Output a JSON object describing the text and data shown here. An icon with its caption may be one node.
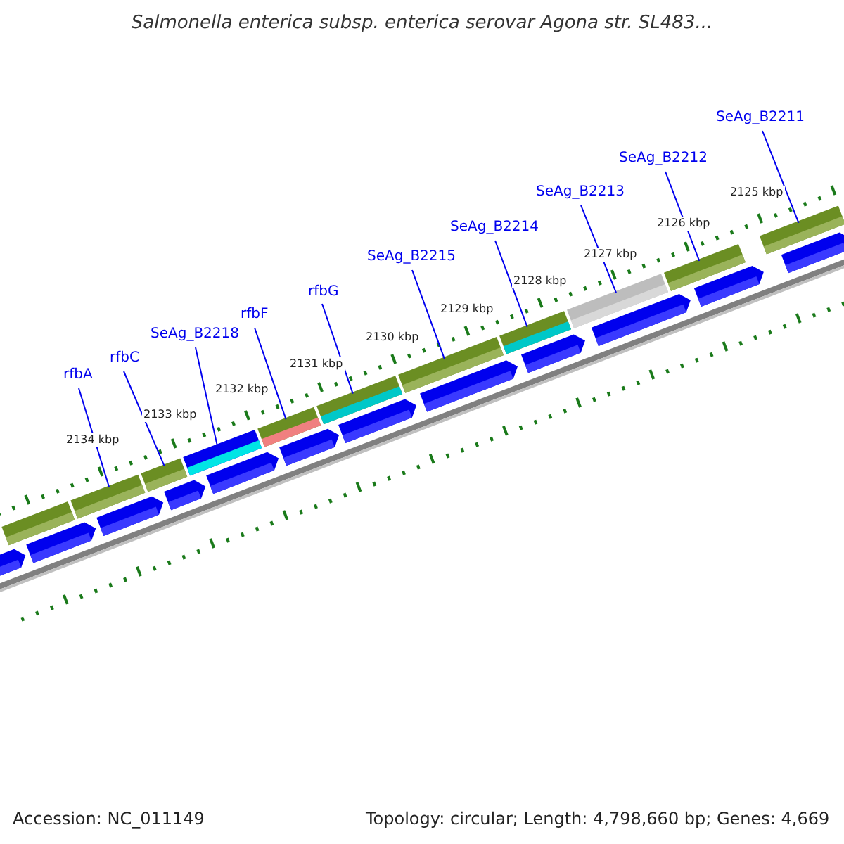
{
  "diagram": {
    "title": "Salmonella enterica subsp. enterica serovar Agona str. SL483...",
    "nodes": [
      {
        "text": [
          "rfbA"
        ]
      },
      {
        "text": [
          "rfbC"
        ]
      },
      {
        "text": [
          "SeAg_B2218"
        ]
      },
      {
        "text": [
          "rfbF"
        ]
      },
      {
        "text": [
          "rfbG"
        ]
      },
      {
        "text": [
          "SeAg_B2215"
        ]
      },
      {
        "text": [
          "SeAg_B2214"
        ]
      },
      {
        "text": [
          "SeAg_B2213"
        ]
      },
      {
        "text": [
          "SeAg_B2212"
        ]
      },
      {
        "text": [
          "SeAg_B2211"
        ]
      },
      {
        "text": [],
        "shape": "bar"
      },
      {
        "text": [],
        "shape": "bar"
      },
      {
        "text": [],
        "shape": "bar"
      },
      {
        "text": [],
        "shape": "bar"
      },
      {
        "text": [],
        "shape": "bar"
      },
      {
        "text": [],
        "shape": "bar"
      },
      {
        "text": [],
        "shape": "bar"
      },
      {
        "text": [],
        "shape": "bar"
      },
      {
        "text": [],
        "shape": "bar"
      },
      {
        "text": [],
        "shape": "bar"
      },
      {
        "text": [],
        "shape": "bar"
      }
    ],
    "edges": [
      {
        "from": 0,
        "to": 11,
        "arrow": "none"
      },
      {
        "from": 1,
        "to": 12,
        "arrow": "none"
      },
      {
        "from": 2,
        "to": 13,
        "arrow": "none"
      },
      {
        "from": 3,
        "to": 14,
        "arrow": "none"
      },
      {
        "from": 4,
        "to": 15,
        "arrow": "none"
      },
      {
        "from": 5,
        "to": 16,
        "arrow": "none"
      },
      {
        "from": 6,
        "to": 17,
        "arrow": "none"
      },
      {
        "from": 7,
        "to": 18,
        "arrow": "none"
      },
      {
        "from": 8,
        "to": 19,
        "arrow": "none"
      },
      {
        "from": 9,
        "to": 20,
        "arrow": "none"
      }
    ],
    "labels": [
      "2134 kbp",
      "2133 kbp",
      "2132 kbp",
      "2131 kbp",
      "2130 kbp",
      "2129 kbp",
      "2128 kbp",
      "2127 kbp",
      "2126 kbp",
      "2125 kbp",
      "Accession: NC_011149",
      "Topology: circular; Length: 4,798,660 bp; Genes: 4,669"
    ]
  }
}
